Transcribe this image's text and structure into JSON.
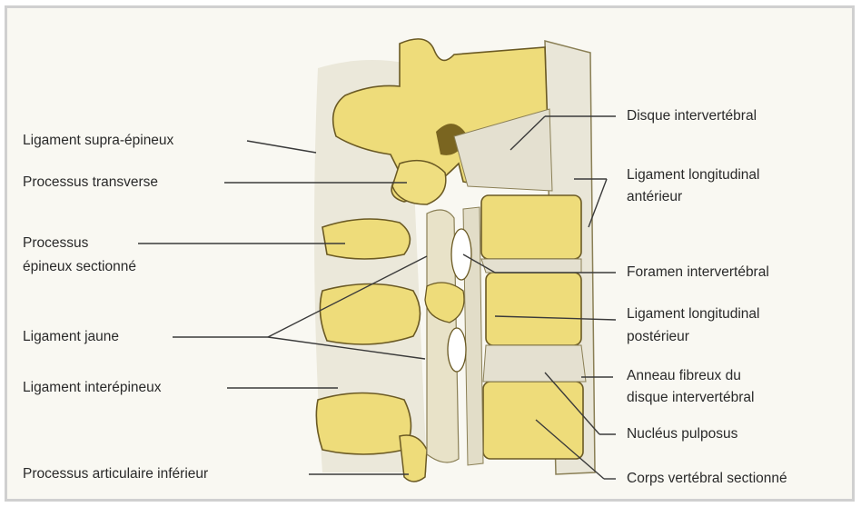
{
  "labels": {
    "left": {
      "supra_epineux": "Ligament supra-épineux",
      "transverse": "Processus transverse",
      "epineux_1": "Processus",
      "epineux_2": "épineux sectionné",
      "jaune": "Ligament jaune",
      "interepineux": "Ligament interépineux",
      "articulaire": "Processus articulaire inférieur"
    },
    "right": {
      "disque": "Disque intervertébral",
      "lla_1": "Ligament longitudinal",
      "lla_2": "antérieur",
      "foramen": "Foramen intervertébral",
      "llp_1": "Ligament longitudinal",
      "llp_2": "postérieur",
      "anneau_1": "Anneau fibreux du",
      "anneau_2": "disque intervertébral",
      "nucleus": "Nucléus pulposus",
      "corps": "Corps vertébral sectionné"
    }
  },
  "colors": {
    "bone": "#ecdb7c",
    "bone_dark": "#c6ae44",
    "ligament": "#ddd9c8",
    "disc": "#e4e0d0",
    "outline": "#6b5a24",
    "leader": "#3a3a3a"
  }
}
